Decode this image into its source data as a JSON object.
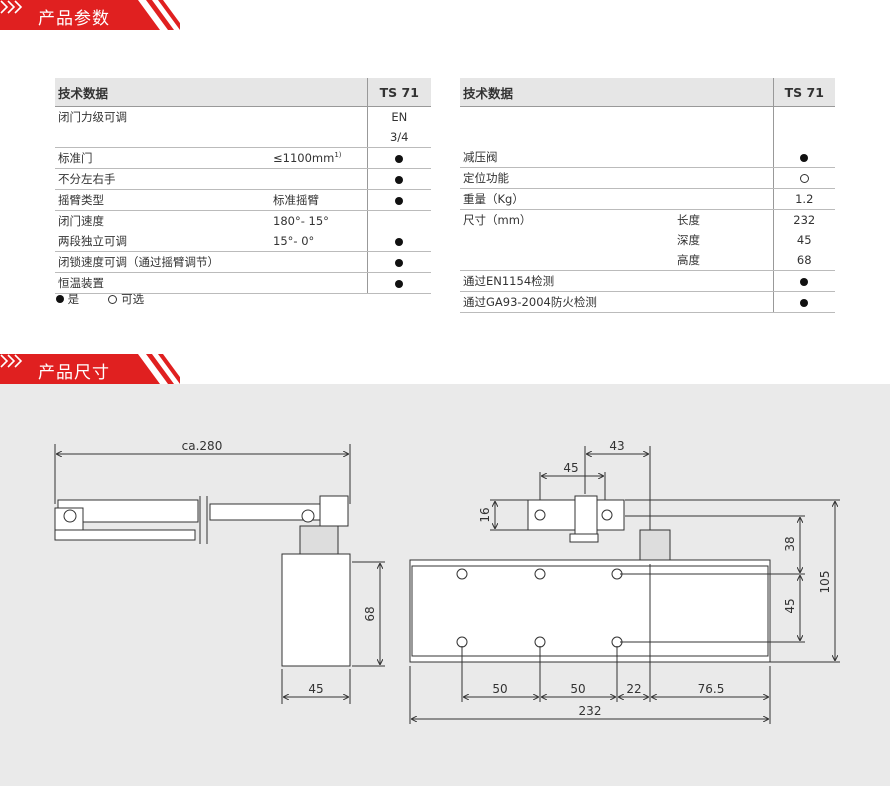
{
  "section1": {
    "title": "产品参数"
  },
  "section2": {
    "title": "产品尺寸"
  },
  "table_left": {
    "header": {
      "label": "技术数据",
      "model": "TS 71"
    },
    "rows": [
      {
        "label": "闭门力级可调",
        "detail": "",
        "value": "EN"
      },
      {
        "label": "",
        "detail": "",
        "value": "3/4"
      },
      {
        "label": "标准门",
        "detail": "≤1100mm",
        "note": "1)",
        "mark": "filled"
      },
      {
        "label": "不分左右手",
        "detail": "",
        "mark": "filled"
      },
      {
        "label": "摇臂类型",
        "detail": "标准摇臂",
        "mark": "filled"
      },
      {
        "label": "闭门速度",
        "detail": "180°- 15°",
        "mark": ""
      },
      {
        "label": "两段独立可调",
        "detail": "15°- 0°",
        "mark": "filled"
      },
      {
        "label": "闭锁速度可调（通过摇臂调节）",
        "detail": "",
        "mark": "filled"
      },
      {
        "label": "恒温装置",
        "detail": "",
        "mark": "filled"
      }
    ]
  },
  "table_right": {
    "header": {
      "label": "技术数据",
      "model": "TS 71"
    },
    "rows": [
      {
        "label": "",
        "detail": "",
        "value": ""
      },
      {
        "label": "减压阀",
        "detail": "",
        "mark": "filled"
      },
      {
        "label": "定位功能",
        "detail": "",
        "mark": "open"
      },
      {
        "label": "重量（Kg）",
        "detail": "",
        "value": "1.2"
      },
      {
        "label": "尺寸（mm）",
        "detail": "长度",
        "value": "232"
      },
      {
        "label": "",
        "detail": "深度",
        "value": "45"
      },
      {
        "label": "",
        "detail": "高度",
        "value": "68"
      },
      {
        "label": "通过EN1154检测",
        "detail": "",
        "mark": "filled"
      },
      {
        "label": "通过GA93-2004防火检测",
        "detail": "",
        "mark": "filled"
      }
    ]
  },
  "legend": {
    "filled": "是",
    "open": "可选"
  },
  "dimensions": {
    "arm_length": "ca.280",
    "side_height": "68",
    "side_depth": "45",
    "bracket_offset_43": "43",
    "bracket_offset_45": "45",
    "bracket_height": "16",
    "top_38": "38",
    "lower_45": "45",
    "total_height": "105",
    "hole_50a": "50",
    "hole_50b": "50",
    "hole_22": "22",
    "hole_76_5": "76.5",
    "total_length": "232"
  },
  "colors": {
    "accent": "#e02020",
    "banner_dark": "#c81414",
    "drawing_bg": "#eaeaea"
  }
}
